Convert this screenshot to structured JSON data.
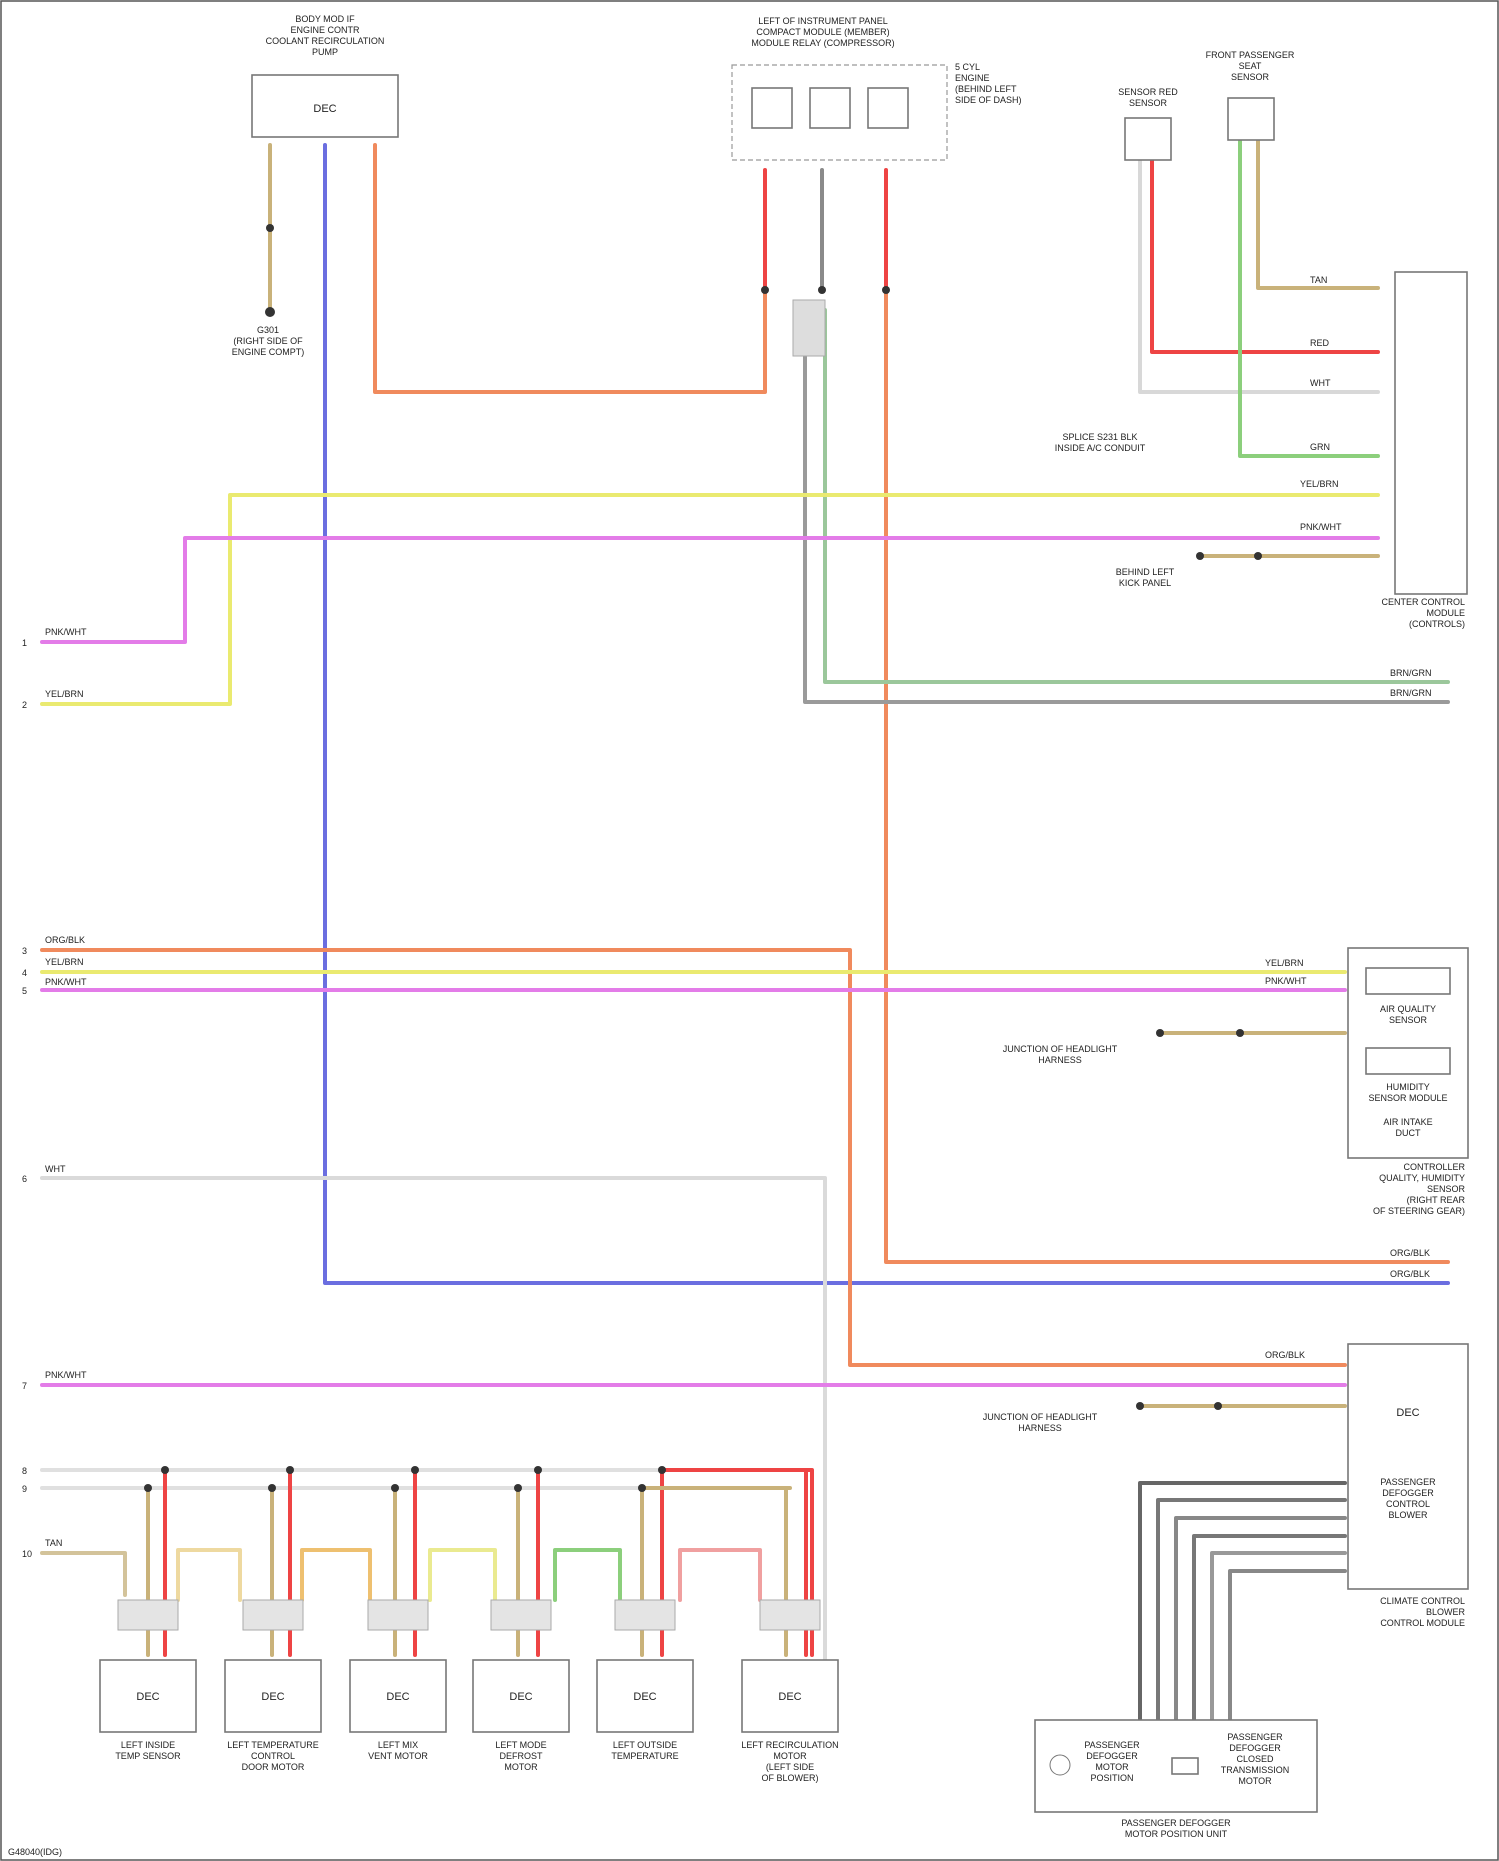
{
  "colors": {
    "tan": "#c9b27a",
    "red": "#ee4444",
    "orange": "#f08a5d",
    "blue": "#6b6ee0",
    "yellow": "#eaea70",
    "pink": "#e37ce8",
    "green": "#8ccf7c",
    "gray": "#8a8a8a",
    "white": "#d8d8d8"
  },
  "components": {
    "top_left": {
      "title": "BODY MOD IF\nENGINE CONTR\nCOOLANT RECIRCULATION\nPUMP",
      "code": "DEC"
    },
    "relay": {
      "title": "LEFT OF INSTRUMENT PANEL\nCOMPACT MODULE (MEMBER)\nMODULE RELAY (COMPRESSOR)",
      "side_note": "5 CYL\nENGINE\n(BEHIND LEFT\nSIDE OF DASH)"
    },
    "sensor1": {
      "title": "SENSOR RED\nSENSOR"
    },
    "sensor2": {
      "title": "FRONT PASSENGER\nSEAT\nSENSOR"
    },
    "control_module_right": {
      "title": "CENTER CONTROL\nMODULE\n(CONTROLS)"
    },
    "mid_right_box": {
      "title": "CONTROLLER\nQUALITY, HUMIDITY\nSENSOR\n(RIGHT REAR\nOF STEERING GEAR)",
      "inner1": "AIR QUALITY\nSENSOR",
      "inner2": "HUMIDITY\nSENSOR MODULE",
      "inner3": "AIR INTAKE\nDUCT"
    },
    "lower_right_box": {
      "title": "PASSENGER\nDEFOGGER\nCONTROL\nBLOWER",
      "code": "DEC",
      "caption": "CLIMATE CONTROL\nBLOWER\nCONTROL MODULE"
    },
    "bottom_right_box": {
      "caption": "PASSENGER DEFOGGER\nMOTOR POSITION UNIT",
      "left": "PASSENGER\nDEFOGGER\nMOTOR\nPOSITION",
      "right": "PASSENGER\nDEFOGGER\nCLOSED\nTRANSMISSION\nMOTOR"
    }
  },
  "labels": {
    "ground_top_left": "G301\n(RIGHT SIDE OF\nENGINE COMPT)",
    "splice_mid": "SPLICE S231 BLK\nINSIDE A/C CONDUIT",
    "left_b_pillar": "BEHIND LEFT\nKICK PANEL",
    "splice_mid_right": "JUNCTION OF HEADLIGHT\nHARNESS",
    "splice_lower_right": "JUNCTION OF HEADLIGHT\nHARNESS",
    "footer": "G48040(IDG)"
  },
  "wire_labels": {
    "pink": "PNK/WHT",
    "yellow": "YEL/BRN",
    "orange": "ORG/BLK",
    "white": "WHT",
    "gray": "BRN/GRN",
    "tan": "TAN",
    "red": "RED",
    "green": "GRN"
  },
  "left_pins": [
    "1",
    "2",
    "3",
    "4",
    "5",
    "6",
    "7",
    "8",
    "9",
    "10"
  ],
  "bottom_modules": [
    {
      "name": "LEFT INSIDE\nTEMP SENSOR",
      "code": "DEC"
    },
    {
      "name": "LEFT TEMPERATURE\nCONTROL\nDOOR MOTOR",
      "code": "DEC"
    },
    {
      "name": "LEFT MIX\nVENT MOTOR",
      "code": "DEC"
    },
    {
      "name": "LEFT MODE\nDEFROST\nMOTOR",
      "code": "DEC"
    },
    {
      "name": "LEFT OUTSIDE\nTEMPERATURE",
      "code": "DEC"
    },
    {
      "name": "LEFT RECIRCULATION\nMOTOR\n(LEFT SIDE\nOF BLOWER)",
      "code": "DEC"
    }
  ]
}
